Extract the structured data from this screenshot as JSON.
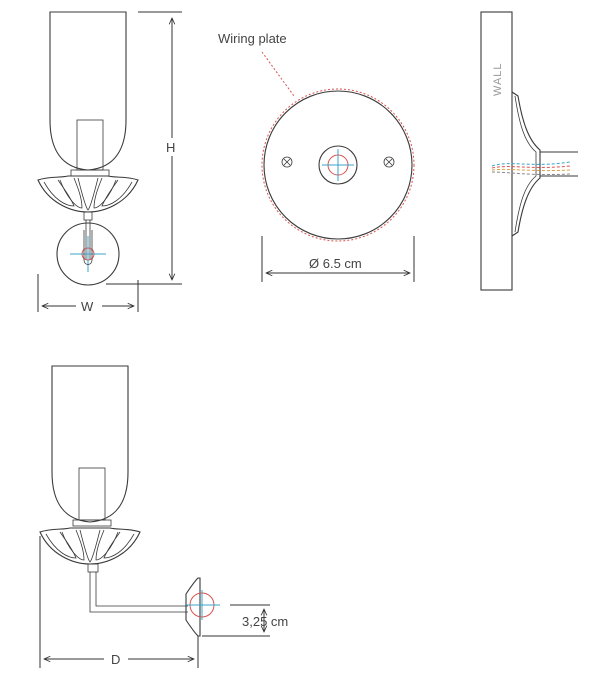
{
  "labels": {
    "wiring_plate": "Wiring plate",
    "diameter": "Ø 6.5 cm",
    "wall": "WALL",
    "height": "H",
    "width": "W",
    "depth": "D",
    "offset": "3,25 cm"
  },
  "colors": {
    "line": "#3a3a3a",
    "cross_blue": "#3ba3c8",
    "accent_red": "#d9534f"
  }
}
